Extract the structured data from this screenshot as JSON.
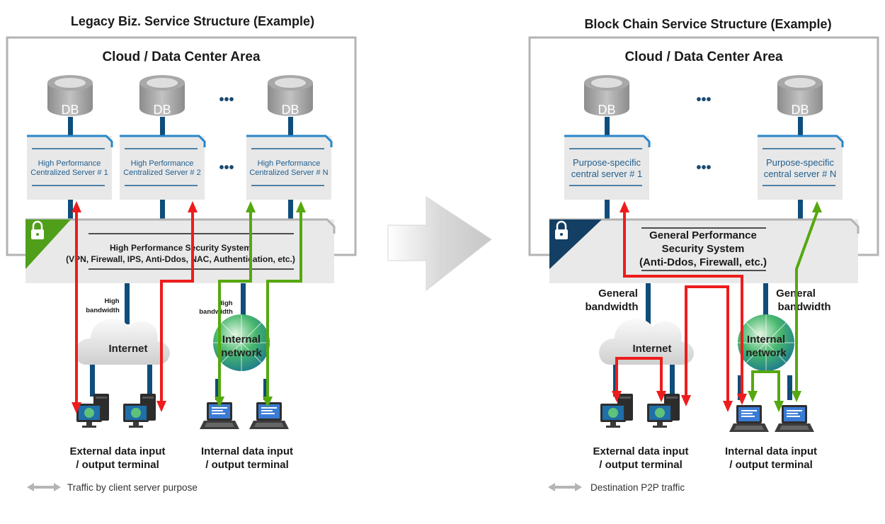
{
  "left": {
    "title": "Legacy Biz. Service Structure (Example)",
    "area_title": "Cloud / Data Center Area",
    "db_label": "DB",
    "servers": [
      {
        "line1": "High Performance",
        "line2": "Centralized Server # 1"
      },
      {
        "line1": "High Performance",
        "line2": "Centralized Server # 2"
      },
      {
        "line1": "High Performance",
        "line2": "Centralized Server # N"
      }
    ],
    "security": {
      "line1": "High Performance Security System",
      "line2": "(VPN, Firewall, IPS, Anti-Ddos, NAC, Authentication, etc.)"
    },
    "bandwidth_left": {
      "line1": "High",
      "line2": "bandwidth"
    },
    "bandwidth_right": {
      "line1": "High",
      "line2": "bandwidth"
    },
    "internet": "Internet",
    "internal_net": {
      "line1": "Internal",
      "line2": "network"
    },
    "ext_terminal": {
      "line1": "External data input",
      "line2": "/ output terminal"
    },
    "int_terminal": {
      "line1": "Internal data input",
      "line2": "/ output terminal"
    },
    "legend": "Traffic by client server purpose"
  },
  "right": {
    "title": "Block Chain Service Structure (Example)",
    "area_title": "Cloud / Data Center Area",
    "db_label": "DB",
    "servers": [
      {
        "line1": "Purpose-specific",
        "line2": "central server # 1"
      },
      {
        "line1": "Purpose-specific",
        "line2": "central server # N"
      }
    ],
    "security": {
      "line1": "General Performance",
      "line2": "Security System",
      "line3": "(Anti-Ddos, Firewall, etc.)"
    },
    "bandwidth_left": {
      "line1": "General",
      "line2": "bandwidth"
    },
    "bandwidth_right": {
      "line1": "General",
      "line2": "bandwidth"
    },
    "internet": "Internet",
    "internal_net": {
      "line1": "Internal",
      "line2": "network"
    },
    "ext_terminal": {
      "line1": "External data input",
      "line2": "/ output terminal"
    },
    "int_terminal": {
      "line1": "Internal data input",
      "line2": "/ output terminal"
    },
    "legend": "Destination P2P traffic"
  },
  "ellipsis": "•••",
  "colors": {
    "red_traffic": "#ee1c1c",
    "green_traffic": "#55a80f",
    "pole": "#0f4d7a",
    "server_blue": "#2a86c9",
    "legacy_badge": "#4f9f1a",
    "chain_badge": "#123f63"
  }
}
